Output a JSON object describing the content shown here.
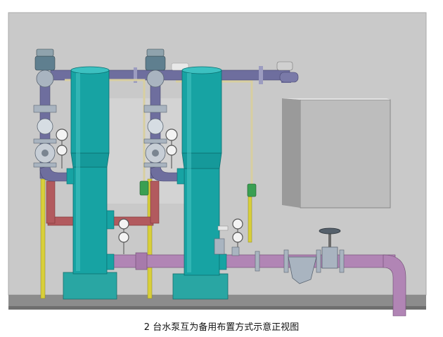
{
  "figure": {
    "caption": "2 台水泵互为备用布置方式示意正视图"
  },
  "colors": {
    "background": "#ffffff",
    "wall": "#c9c9c9",
    "floor": "#8c8c8c",
    "pump_body": "#17a3a3",
    "pump_dark": "#0b6f70",
    "base": "#29a6a3",
    "discharge_pipe": "#6e6e9e",
    "suction_pipe": "#b185b5",
    "return_pipe": "#b25a5e",
    "drain_pipe": "#d8cf3a",
    "cable": "#d8cfa0",
    "valve_body": "#a9b4c0",
    "panel": "#bdbdbd"
  },
  "components": {
    "pumps": 2,
    "pressure_gauges": 6,
    "flow_switches": 2,
    "motorized_valves": 2
  }
}
